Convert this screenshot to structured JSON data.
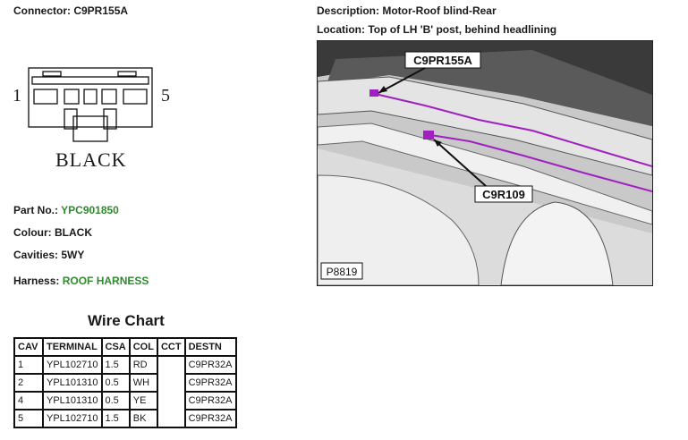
{
  "header": {
    "connector": "Connector: C9PR155A",
    "description": "Description: Motor-Roof blind-Rear",
    "location": "Location: Top of LH 'B' post, behind headlining"
  },
  "connector_diagram": {
    "pin_left": "1",
    "pin_right": "5",
    "colour_caption": "BLACK"
  },
  "details": {
    "part_no_label": "Part No.:",
    "part_no_value": "YPC901850",
    "colour": "Colour: BLACK",
    "cavities": "Cavities: 5WY",
    "harness_label": "Harness:",
    "harness_value": "ROOF HARNESS"
  },
  "photo": {
    "callout_top": "C9PR155A",
    "callout_bottom": "C9R109",
    "ref": "P8819"
  },
  "wire_chart": {
    "title": "Wire Chart",
    "headers": [
      "CAV",
      "TERMINAL",
      "CSA",
      "COL",
      "CCT",
      "DESTN"
    ],
    "rows": [
      [
        "1",
        "YPL102710",
        "1.5",
        "RD",
        "",
        "C9PR32A"
      ],
      [
        "2",
        "YPL101310",
        "0.5",
        "WH",
        "",
        "C9PR32A"
      ],
      [
        "4",
        "YPL101310",
        "0.5",
        "YE",
        "",
        "C9PR32A"
      ],
      [
        "5",
        "YPL102710",
        "1.5",
        "BK",
        "",
        "C9PR32A"
      ]
    ]
  },
  "colors": {
    "green_text": "#2e8b2e",
    "harness_magenta": "#a020c0"
  }
}
